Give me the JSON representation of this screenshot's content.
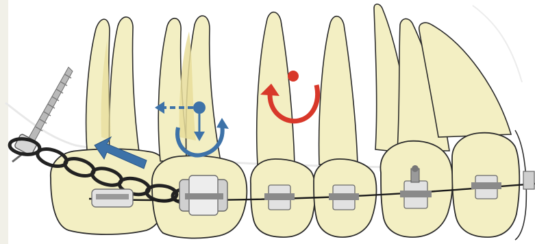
{
  "figure": {
    "teeth": [
      {
        "id": "molar",
        "roots": 2
      },
      {
        "id": "premolar-1",
        "roots": 2
      },
      {
        "id": "premolar-2",
        "roots": 1
      },
      {
        "id": "canine",
        "roots": 1
      },
      {
        "id": "lateral-incisor",
        "roots": 1
      },
      {
        "id": "central-incisor",
        "roots": 1
      }
    ],
    "colors": {
      "background": "#ffffff",
      "tooth_fill": "#f3efc3",
      "root_shade": "#e7dd9a",
      "outline": "#2b2b2b",
      "wire": "#1a1a1a",
      "chain": "#222222",
      "bracket_light": "#e2e2e2",
      "bracket_dark": "#8a8a8a",
      "screw": "#b9b9b9",
      "blue_arrow": "#3d72a8",
      "red_arrow": "#d8382a",
      "ligature": "#f2f2f2"
    },
    "icons": {
      "miniscrew": "screw-icon",
      "distal_force": "arrow-left-icon",
      "rotation_control": "rotation-arrow-icon",
      "intrusion": "arrow-down-icon",
      "torque": "rotation-arrow-icon"
    }
  }
}
